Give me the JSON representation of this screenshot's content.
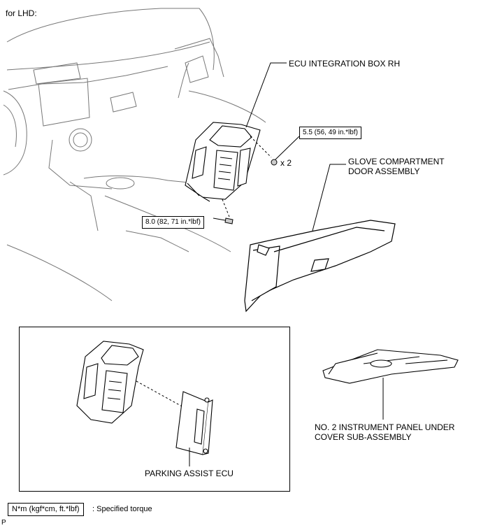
{
  "header": {
    "variant_label": "for LHD:"
  },
  "parts": {
    "ecu_box": "ECU INTEGRATION BOX RH",
    "glove_line1": "GLOVE COMPARTMENT",
    "glove_line2": "DOOR ASSEMBLY",
    "under_cover_line1": "NO. 2 INSTRUMENT PANEL UNDER",
    "under_cover_line2": "COVER SUB-ASSEMBLY",
    "parking_ecu": "PARKING ASSIST ECU"
  },
  "torques": {
    "nut": "5.5 (56, 49 in.*lbf)",
    "nut_qty": "x 2",
    "bolt": "8.0 (82, 71 in.*lbf)"
  },
  "legend": {
    "box_text": "N*m (kgf*cm, ft.*lbf)",
    "desc": ": Specified torque"
  },
  "footer": {
    "mark": "P"
  }
}
